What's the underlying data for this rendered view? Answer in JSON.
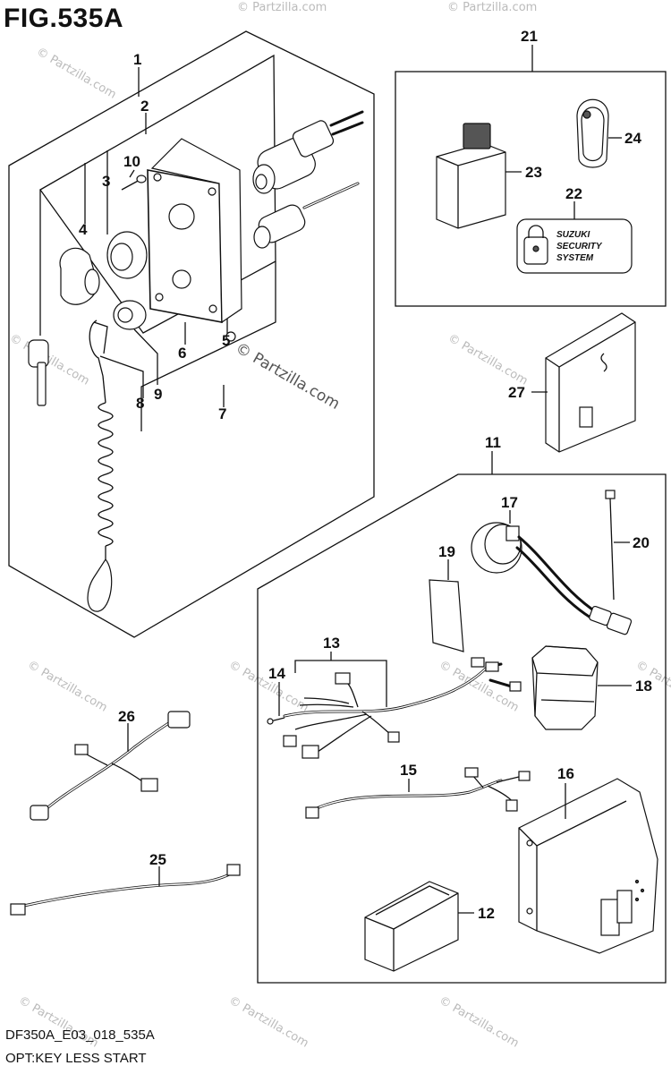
{
  "figure": {
    "title": "FIG.535A",
    "code": "DF350A_E03_018_535A",
    "caption": "OPT:KEY LESS START"
  },
  "watermark": {
    "text": "© Partzilla.com",
    "center_text": "© Partzilla.com"
  },
  "parts": {
    "p1": "1",
    "p2": "2",
    "p3": "3",
    "p4": "4",
    "p5": "5",
    "p6": "6",
    "p7": "7",
    "p8": "8",
    "p9": "9",
    "p10": "10",
    "p11": "11",
    "p12": "12",
    "p13": "13",
    "p14": "14",
    "p15": "15",
    "p16": "16",
    "p17": "17",
    "p18": "18",
    "p19": "19",
    "p20": "20",
    "p21": "21",
    "p22": "22",
    "p23": "23",
    "p24": "24",
    "p25": "25",
    "p26": "26",
    "p27": "27"
  },
  "label_22": {
    "line1": "SUZUKI",
    "line2": "SECURITY",
    "line3": "SYSTEM"
  },
  "colors": {
    "ink": "#111111",
    "watermark": "#bbbbbb"
  }
}
